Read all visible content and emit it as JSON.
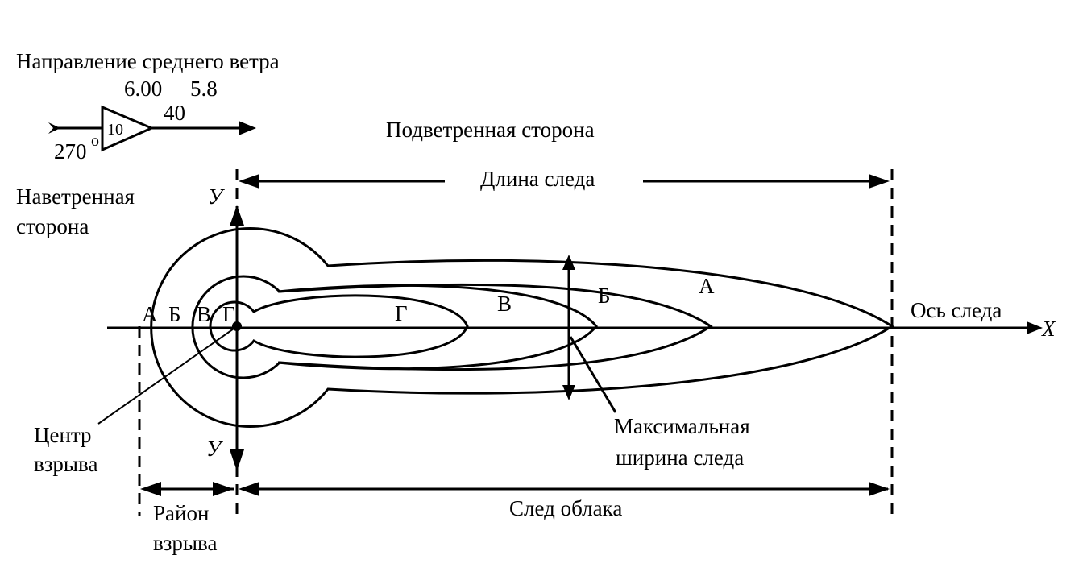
{
  "wind": {
    "title": "Направление среднего ветра",
    "value_time": "6.00",
    "value_speed": "5.8",
    "value_distance": "40",
    "value_box": "10",
    "angle": "270",
    "angle_sup": "o"
  },
  "labels": {
    "leeward": "Подветренная   сторона",
    "windward_line1": "Наветренная",
    "windward_line2": "сторона",
    "trace_length": "Длина следа",
    "trace_axis": "Ось следа",
    "x_axis": "X",
    "y_axis_top": "У",
    "y_axis_bottom": "У",
    "center_line1": "Центр",
    "center_line2": "взрыва",
    "max_width_line1": "Максимальная",
    "max_width_line2": "ширина следа",
    "area_line1": "Район",
    "area_line2": "взрыва",
    "cloud_trace": "След облака"
  },
  "zones": {
    "outer": [
      "А",
      "Б",
      "В",
      "Г"
    ],
    "inner": [
      "Г",
      "В",
      "Б",
      "А"
    ]
  }
}
